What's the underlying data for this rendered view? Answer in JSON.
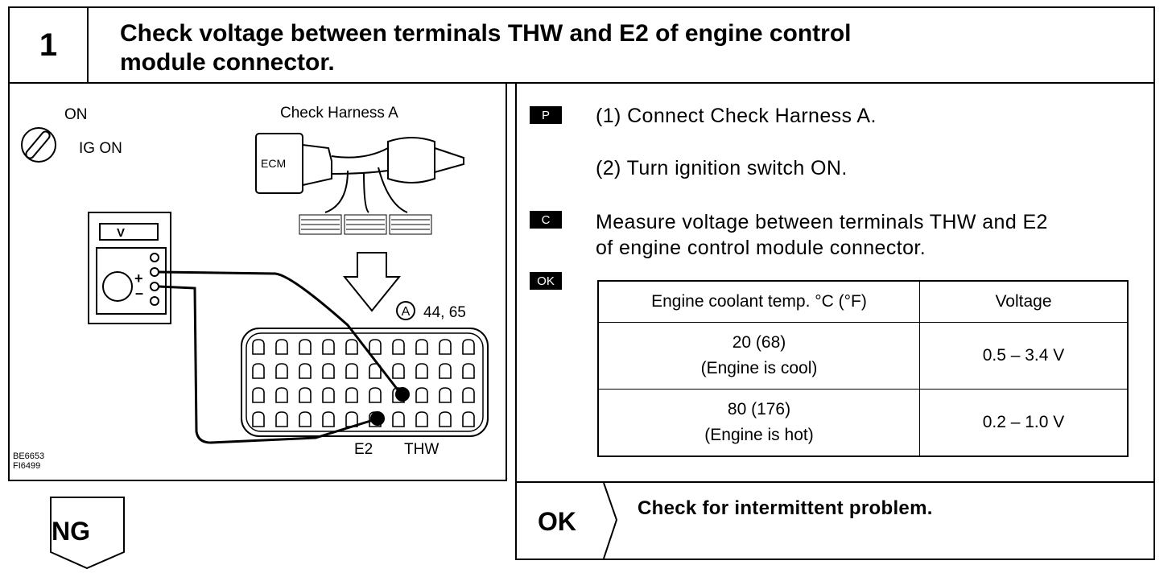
{
  "step": {
    "number": "1",
    "title_line1": "Check voltage between terminals THW and E2 of engine control",
    "title_line2": "module connector."
  },
  "figure": {
    "ignition_on": "ON",
    "ignition_ig_on": "IG ON",
    "harness_label": "Check Harness A",
    "ecm_label": "ECM",
    "meter_label": "V",
    "plus": "+",
    "minus": "–",
    "connector_label": "44, 65",
    "connector_letter": "A",
    "e2_label": "E2",
    "thw_label": "THW",
    "code1": "BE6653",
    "code2": "FI6499"
  },
  "instructions": {
    "tag_p": "P",
    "step1": "(1)  Connect Check Harness A.",
    "step2": "(2)  Turn ignition switch ON.",
    "tag_c": "C",
    "measure_line1": "Measure voltage between terminals THW and E2",
    "measure_line2": "of engine control module connector.",
    "tag_ok": "OK"
  },
  "spec_table": {
    "headers": [
      "Engine coolant temp. °C (°F)",
      "Voltage"
    ],
    "rows": [
      {
        "temp": "20 (68)",
        "condition": "(Engine is cool)",
        "voltage": "0.5 – 3.4 V"
      },
      {
        "temp": "80 (176)",
        "condition": "(Engine is hot)",
        "voltage": "0.2 – 1.0 V"
      }
    ]
  },
  "result_ok": {
    "label": "OK",
    "text": "Check for intermittent problem."
  },
  "result_ng": {
    "label": "NG"
  }
}
